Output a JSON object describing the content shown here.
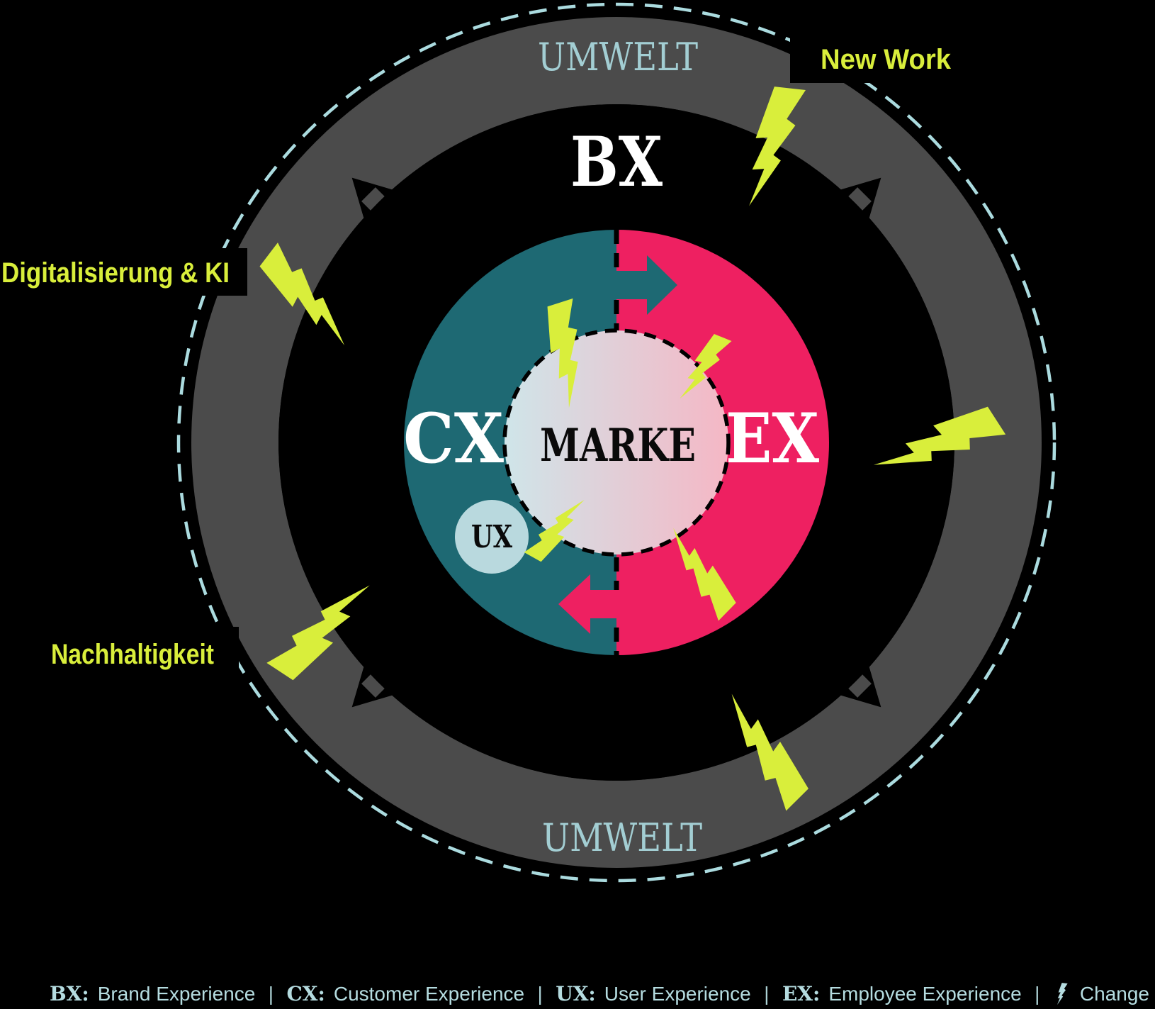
{
  "colors": {
    "background": "#000000",
    "ring_gray": "#4b4b4b",
    "dash_blue": "#abdbdf",
    "umwelt_text": "#a3ced3",
    "lightning_yellow": "#d9ee3b",
    "teal": "#1e6973",
    "pink": "#ee2061",
    "marke_gradient_left": "#cfe5e9",
    "marke_gradient_right": "#f5b7c5",
    "ux_circle": "#b9d9de",
    "white": "#ffffff",
    "black": "#000000",
    "legend_text": "#b5dce0"
  },
  "outer_ring": {
    "label_top": "UMWELT",
    "label_bottom": "UMWELT"
  },
  "bx_ring": {
    "label": "BX"
  },
  "experience_circle": {
    "cx_label": "CX",
    "ex_label": "EX",
    "center_label": "MARKE",
    "ux_label": "UX"
  },
  "external_factors": {
    "top_right": "New Work",
    "left": "Digitalisierung & KI",
    "bottom_left": "Nachhaltigkeit"
  },
  "legend": {
    "items": [
      {
        "key": "BX:",
        "label": "Brand Experience"
      },
      {
        "key": "CX:",
        "label": "Customer Experience"
      },
      {
        "key": "UX:",
        "label": "User Experience"
      },
      {
        "key": "EX:",
        "label": "Employee Experience"
      }
    ],
    "separator": "|",
    "change_label": "Change",
    "change_icon": "lightning-bolt"
  }
}
